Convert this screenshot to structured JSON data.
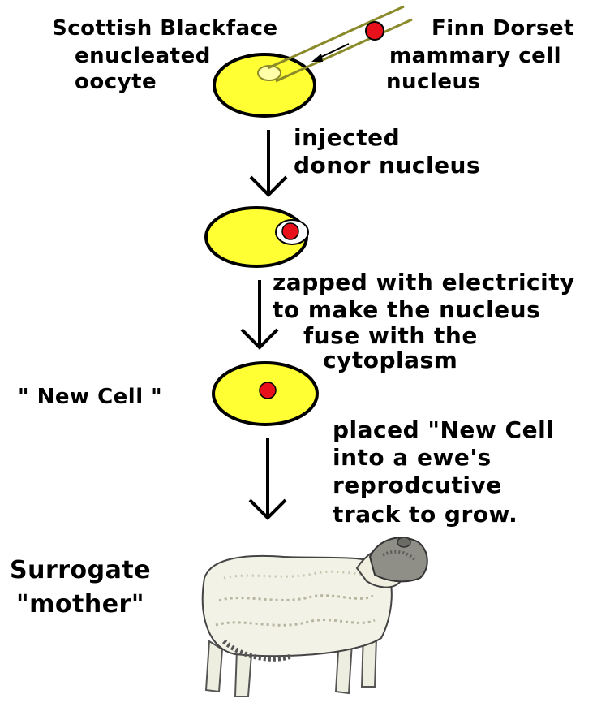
{
  "labels": {
    "donor_egg": "Scottish Blackface",
    "donor_egg_line2": "enucleated",
    "donor_egg_line3": "oocyte",
    "donor_cell": "Finn Dorset",
    "donor_cell_line2": "mammary cell",
    "donor_cell_line3": "nucleus",
    "step1_line1": "injected",
    "step1_line2": "donor nucleus",
    "step2_line1": "zapped with electricity",
    "step2_line2": "to make the nucleus",
    "step2_line3": "fuse with the",
    "step2_line4": "cytoplasm",
    "new_cell": "\" New Cell \"",
    "step3_line1": "placed \"New Cell",
    "step3_line2": "into a ewe's",
    "step3_line3": "reprodcutive",
    "step3_line4": "track  to grow.",
    "surrogate_line1": "Surrogate",
    "surrogate_line2": "\"mother\""
  },
  "colors": {
    "cell_fill": "#ffff33",
    "nucleus": "#e8101a",
    "pipette": "#8a8a2a",
    "outline": "#000000"
  }
}
